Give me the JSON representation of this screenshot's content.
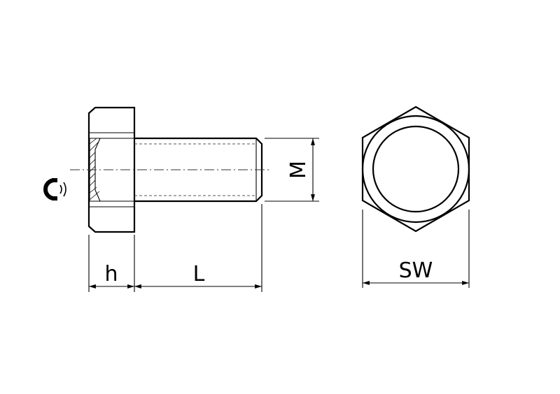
{
  "labels": {
    "head_height": "h",
    "length": "L",
    "thread_diameter": "M",
    "wrench_size": "SW"
  },
  "icons": {
    "magnet": "magnet-icon"
  },
  "colors": {
    "line": "#000000",
    "background": "#ffffff"
  }
}
